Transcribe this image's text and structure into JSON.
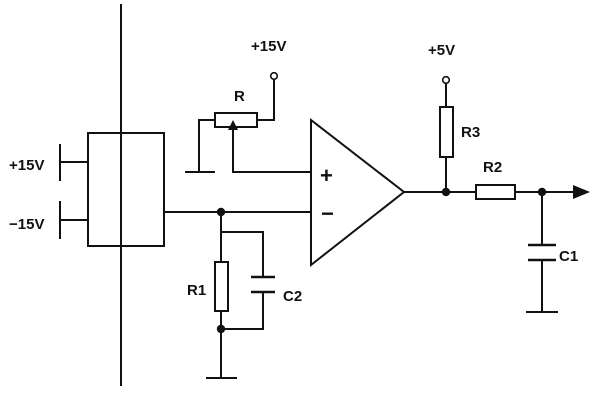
{
  "labels": {
    "plus15_left": "+15V",
    "minus15_left": "−15V",
    "plus15_top": "+15V",
    "plus5": "+5V",
    "R": "R",
    "R1": "R1",
    "R2": "R2",
    "R3": "R3",
    "C1": "C1",
    "C2": "C2",
    "opamp_plus": "+",
    "opamp_minus": "−"
  },
  "colors": {
    "ink": "#111111",
    "background": "#ffffff"
  }
}
